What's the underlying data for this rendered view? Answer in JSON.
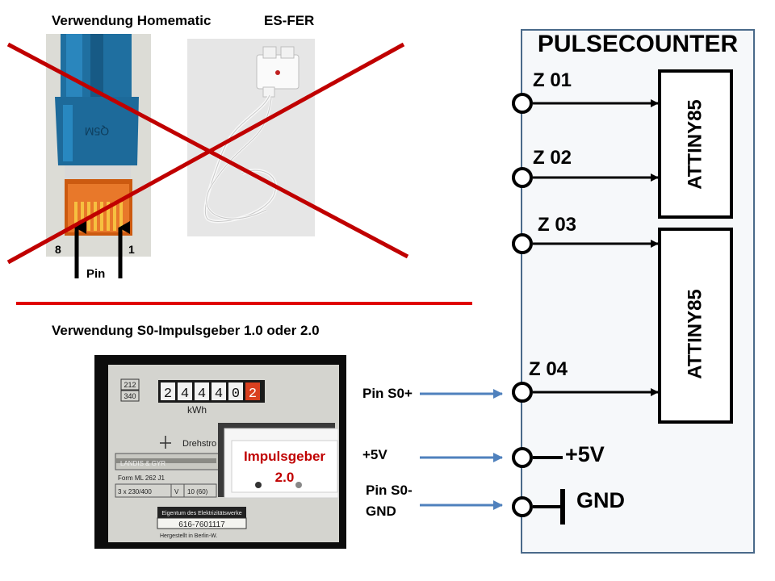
{
  "top_section": {
    "title_homematic": "Verwendung Homematic",
    "title_esfer": "ES-FER",
    "rj45_label": "Q5M",
    "pin_8": "8",
    "pin_1": "1",
    "pin_label": "Pin"
  },
  "bottom_section": {
    "title": "Verwendung S0-Impulsgeber 1.0 oder 2.0",
    "meter": {
      "counter_digits": [
        "2",
        "4",
        "4",
        "4",
        "0",
        "2"
      ],
      "unit": "kWh",
      "rating_top": "212",
      "rating_bottom": "340",
      "brand": "LANDIS & GYR",
      "drehstrom": "Drehstro",
      "form": "Form  ML 262 J1",
      "spec_left": "3 x 230/400",
      "spec_v": "V",
      "spec_right": "10 (60)",
      "owner_line": "Eigentum des Elektrizitätswerke",
      "serial": "616-7601117",
      "made_in": "Hergestellt in Berlin-W."
    },
    "impulsgeber_line1": "Impulsgeber",
    "impulsgeber_line2": "2.0",
    "pin_s0_plus": "Pin S0+",
    "plus_5v_in": "+5V",
    "pin_s0_gnd_line1": "Pin S0-",
    "pin_s0_gnd_line2": "GND"
  },
  "pulsecounter": {
    "title": "PULSECOUNTER",
    "inputs": [
      "Z 01",
      "Z 02",
      "Z 03",
      "Z 04"
    ],
    "chip_top": "ATTINY85",
    "chip_bottom": "ATTINY85",
    "out_5v": "+5V",
    "gnd": "GND"
  },
  "colors": {
    "cross_red": "#c00000",
    "divider_red": "#e00000",
    "blue_arrow": "#4f81bd",
    "panel_border": "#4a6a8a",
    "panel_bg": "#f6f8fa",
    "impulsgeber_text": "#c00000",
    "cable_blue": "#1f6fa0"
  }
}
